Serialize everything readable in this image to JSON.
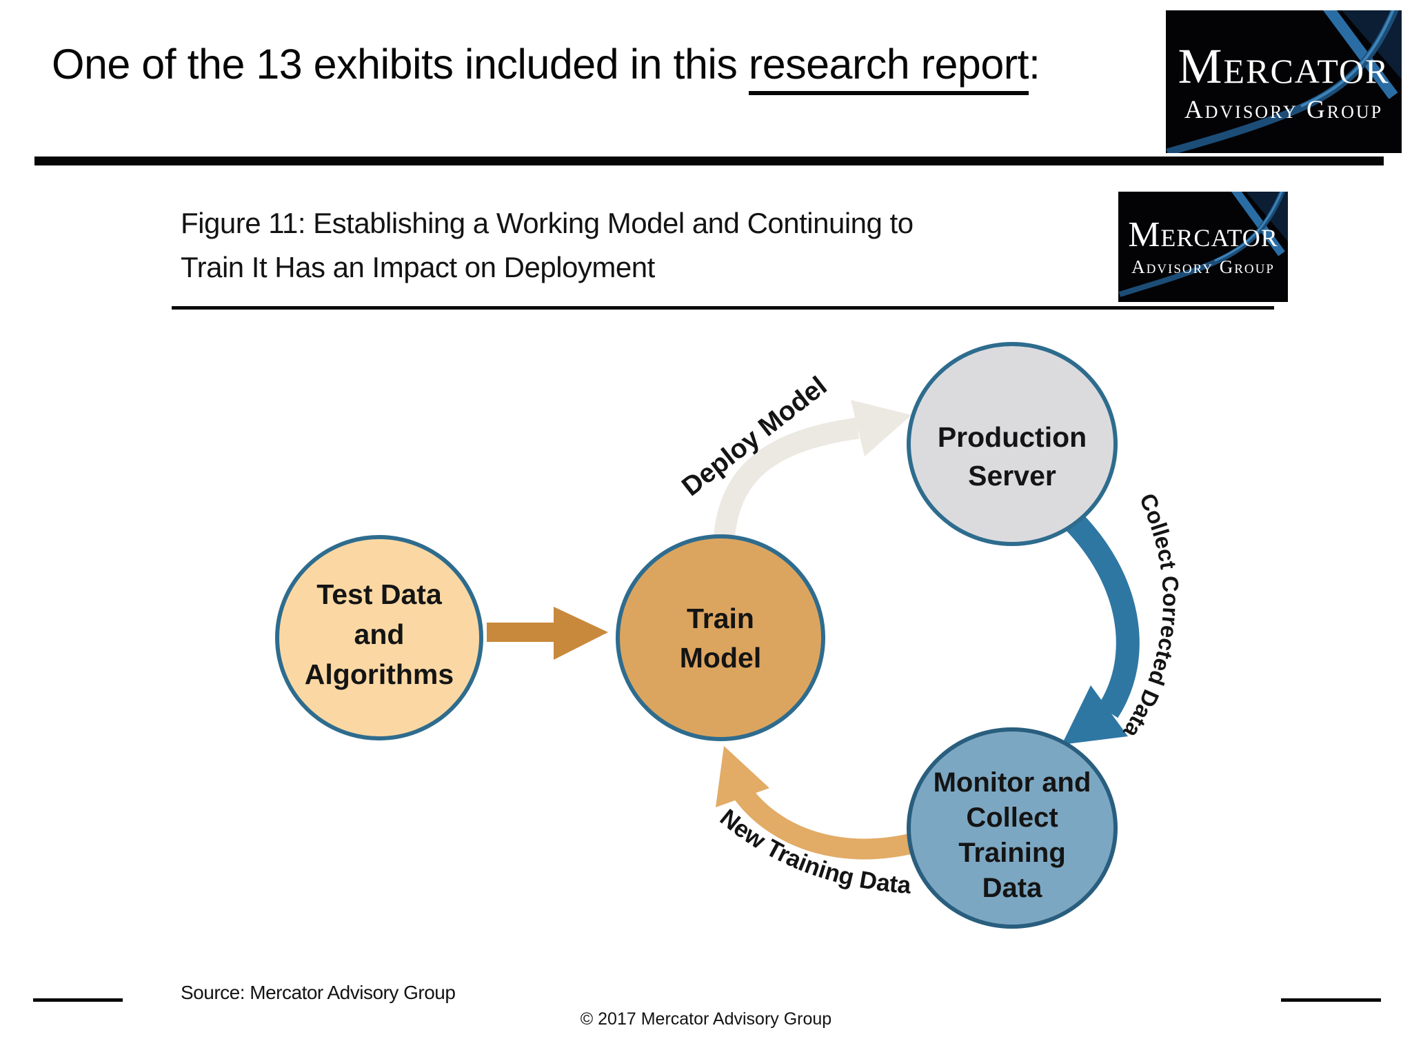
{
  "header": {
    "title_prefix": "One of the 13 exhibits included in this ",
    "title_underlined": "research report",
    "title_suffix": ":"
  },
  "logo_large": {
    "line1": "Mercator",
    "line2": "Advisory Group"
  },
  "logo_small": {
    "line1": "Mercator",
    "line2": "Advisory Group"
  },
  "figure": {
    "title_line1": "Figure 11: Establishing a Working Model and Continuing to",
    "title_line2": "Train It Has an Impact on Deployment"
  },
  "diagram": {
    "nodes": [
      {
        "id": "test-data-algorithms",
        "lines": [
          "Test Data",
          "and",
          "Algorithms"
        ],
        "fill": "#fbd8a3",
        "stroke": "#2e6c8e"
      },
      {
        "id": "train-model",
        "lines": [
          "Train",
          "Model"
        ],
        "fill": "#dca55f",
        "stroke": "#2e6c8e"
      },
      {
        "id": "production-server",
        "lines": [
          "Production",
          "Server"
        ],
        "fill": "#dbdbde",
        "stroke": "#2e6c8e"
      },
      {
        "id": "monitor-collect",
        "lines": [
          "Monitor and",
          "Collect",
          "Training",
          "Data"
        ],
        "fill": "#7ca7c2",
        "stroke": "#295e7e"
      }
    ],
    "arrows": [
      {
        "id": "input-arrow",
        "label": "",
        "color": "#c8893c"
      },
      {
        "id": "deploy-model",
        "label": "Deploy Model",
        "color": "#ece9e2"
      },
      {
        "id": "collect-corrected-data",
        "label": "Collect Corrected Data",
        "color": "#2f77a3"
      },
      {
        "id": "new-training-data",
        "label": "New Training Data",
        "color": "#e2ab66"
      }
    ]
  },
  "footer": {
    "source": "Source: Mercator Advisory Group",
    "copyright": "© 2017 Mercator Advisory Group"
  },
  "colors": {
    "background": "#ffffff",
    "text": "#0a0a0a",
    "rule": "#060606",
    "logo_background": "#030306",
    "logo_accent_blue": "#2a6da5",
    "logo_accent_dark_blue": "#1c4d77"
  }
}
